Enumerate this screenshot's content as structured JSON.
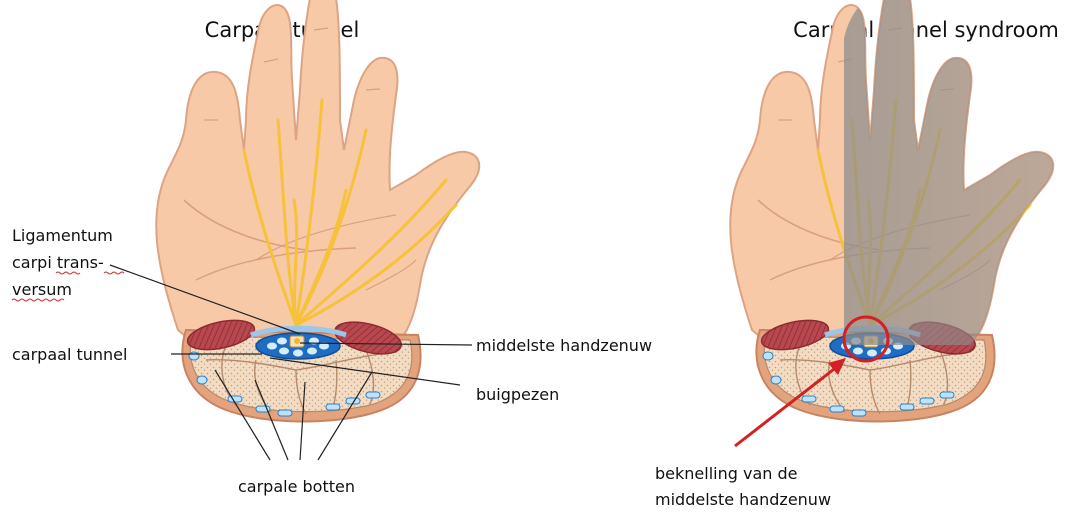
{
  "left_panel": {
    "title": "Carpaal tunnel",
    "labels": {
      "ligamentum_line1": "Ligamentum",
      "ligamentum_line2": "carpi trans-",
      "ligamentum_line3": "versum",
      "carpal_tunnel": "carpaal tunnel",
      "median_nerve": "middelste handzenuw",
      "flexor_tendons": "buigpezen",
      "carpal_bones": "carpale botten"
    }
  },
  "right_panel": {
    "title": "Carpaal tunnel syndroom",
    "labels": {
      "compression_line1": "beknelling van de",
      "compression_line2": "middelste handzenuw"
    }
  },
  "colors": {
    "skin": "#f7c9a6",
    "skin_outline": "#dca485",
    "nerve": "#f6c23c",
    "tunnel": "#1f6cc4",
    "muscle": "#b8484f",
    "bone": "#f3dcc4",
    "numbness_shade": "#9a9a9a",
    "compression_marker": "#d42024"
  }
}
